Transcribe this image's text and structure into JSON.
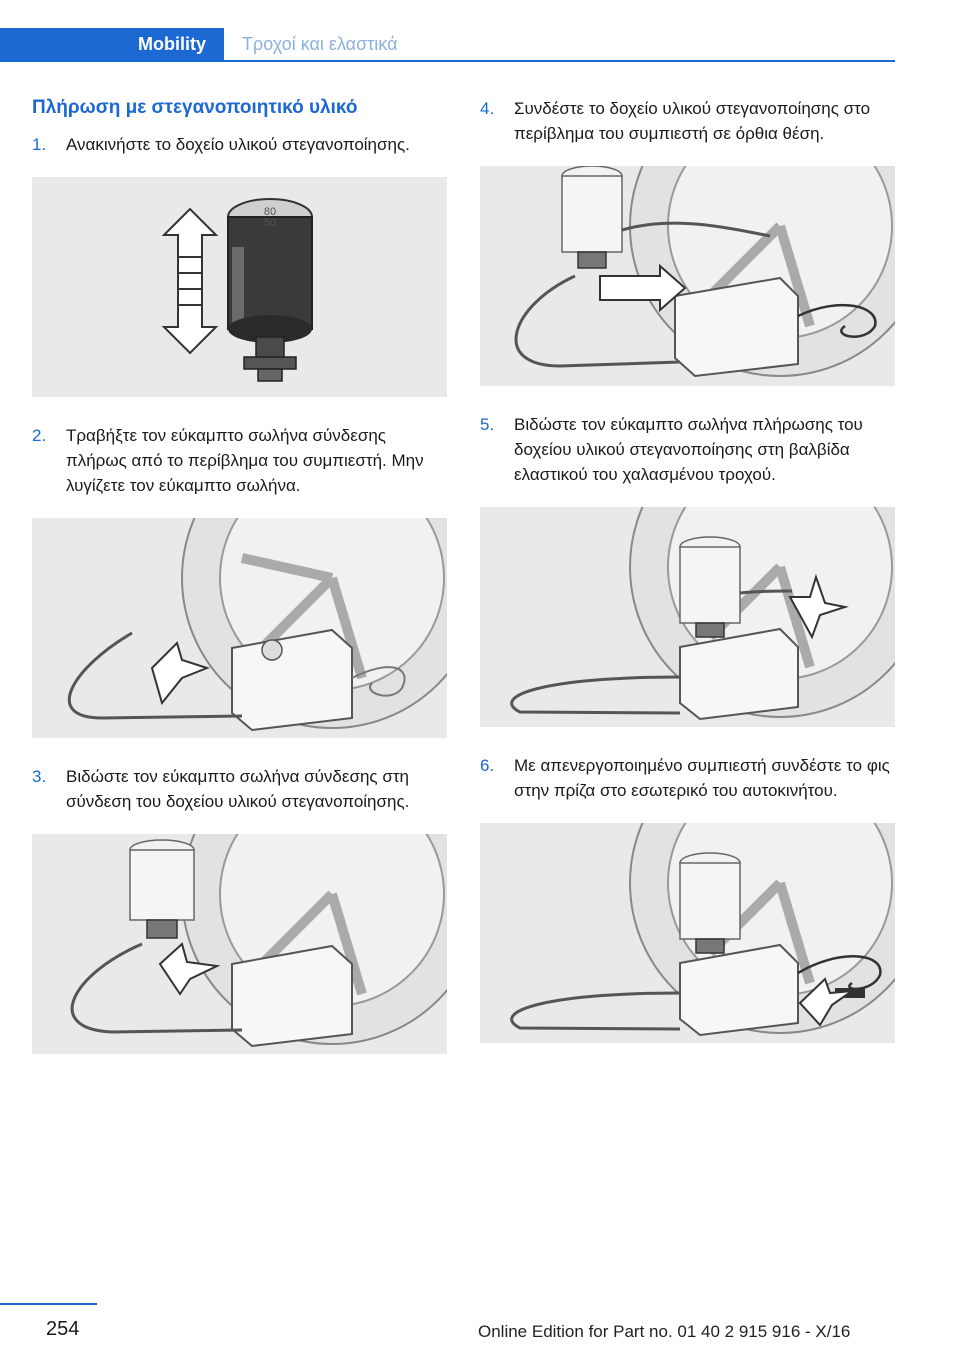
{
  "header": {
    "section_tab": "Mobility",
    "chapter_tab": "Τροχοί και ελαστικά"
  },
  "section": {
    "title": "Πλήρωση με στεγανοποιητικό υλικό"
  },
  "steps": [
    {
      "num": "1.",
      "text": "Ανακινήστε το δοχείο υλικού στεγανοποίη­σης."
    },
    {
      "num": "2.",
      "text": "Τραβήξτε τον εύκαμπτο σωλήνα σύνδεσης πλήρως από το περίβλημα του συμπιεστή. Μην λυγίζετε τον εύκαμπτο σωλήνα."
    },
    {
      "num": "3.",
      "text": "Βιδώστε τον εύκαμπτο σωλήνα σύνδεσης στη σύνδεση του δοχείου υλικού στεγανο­ποίησης."
    },
    {
      "num": "4.",
      "text": "Συνδέστε το δοχείο υλικού στεγανοποίη­σης στο περίβλημα του συμπιεστή σε όρθια θέση."
    },
    {
      "num": "5.",
      "text": "Βιδώστε τον εύκαμπτο σωλήνα πλήρωσης του δοχείου υλικού στεγανοποίησης στη βαλβίδα ελαστικού του χαλασμένου τρο­χού."
    },
    {
      "num": "6.",
      "text": "Με απενεργοποιημένο συμπιεστή συνδέ­στε το φις στην πρίζα στο εσωτερικό του αυτοκινήτου."
    }
  ],
  "figure1": {
    "cap_label_top": "80",
    "cap_label_bottom": "50"
  },
  "footer": {
    "page_number": "254",
    "edition": "Online Edition for Part no. 01 40 2 915 916 - X/16"
  },
  "colors": {
    "accent": "#1c69d4",
    "figure_bg": "#e9e9e9"
  }
}
